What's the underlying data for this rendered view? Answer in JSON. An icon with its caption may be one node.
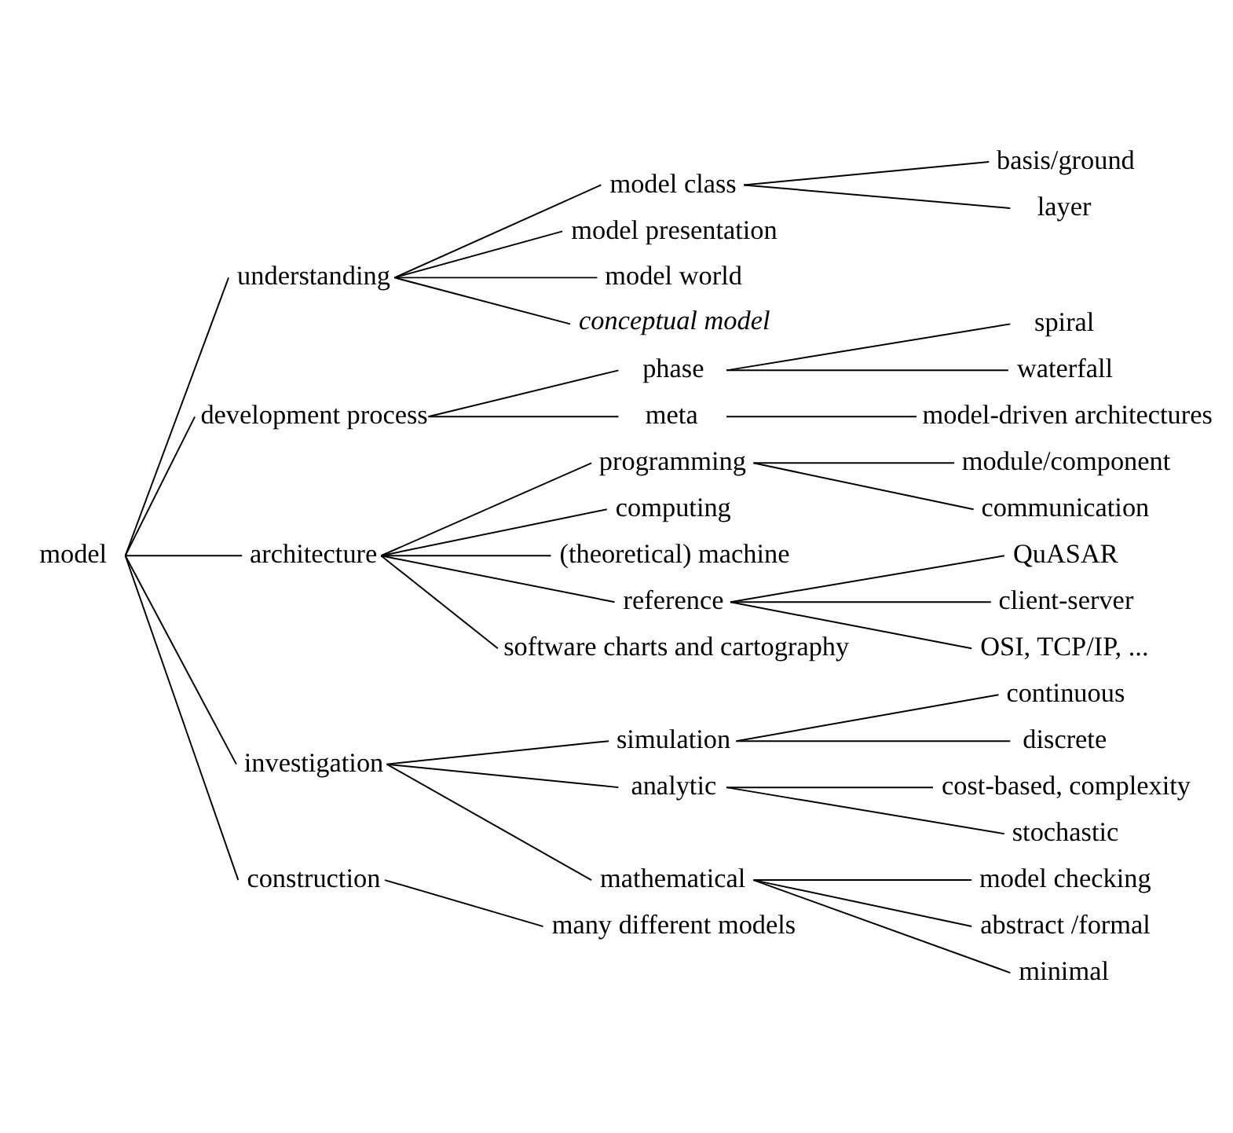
{
  "diagram": {
    "nodes": [
      {
        "text": [
          "model"
        ]
      },
      {
        "text": [
          "understanding"
        ]
      },
      {
        "text": [
          "model class"
        ]
      },
      {
        "text": [
          "basis/ground"
        ]
      },
      {
        "text": [
          "layer"
        ]
      },
      {
        "text": [
          "model presentation"
        ]
      },
      {
        "text": [
          "model world"
        ]
      },
      {
        "text": [
          "conceptual model"
        ]
      },
      {
        "text": [
          "development process"
        ]
      },
      {
        "text": [
          "phase"
        ]
      },
      {
        "text": [
          "spiral"
        ]
      },
      {
        "text": [
          "waterfall"
        ]
      },
      {
        "text": [
          "meta"
        ]
      },
      {
        "text": [
          "model-driven architectures"
        ]
      },
      {
        "text": [
          "architecture"
        ]
      },
      {
        "text": [
          "programming"
        ]
      },
      {
        "text": [
          "module/component"
        ]
      },
      {
        "text": [
          "communication"
        ]
      },
      {
        "text": [
          "computing"
        ]
      },
      {
        "text": [
          "(theoretical) machine"
        ]
      },
      {
        "text": [
          "reference"
        ]
      },
      {
        "text": [
          "QuASAR"
        ]
      },
      {
        "text": [
          "client-server"
        ]
      },
      {
        "text": [
          "OSI, TCP/IP, ..."
        ]
      },
      {
        "text": [
          "software charts and cartography"
        ]
      },
      {
        "text": [
          "investigation"
        ]
      },
      {
        "text": [
          "simulation"
        ]
      },
      {
        "text": [
          "continuous"
        ]
      },
      {
        "text": [
          "discrete"
        ]
      },
      {
        "text": [
          "analytic"
        ]
      },
      {
        "text": [
          "cost-based, complexity"
        ]
      },
      {
        "text": [
          "stochastic"
        ]
      },
      {
        "text": [
          "mathematical"
        ]
      },
      {
        "text": [
          "model checking"
        ]
      },
      {
        "text": [
          "abstract /formal"
        ]
      },
      {
        "text": [
          "minimal"
        ]
      },
      {
        "text": [
          "construction"
        ]
      },
      {
        "text": [
          "many different models"
        ]
      }
    ],
    "edges": [
      {
        "from": 0,
        "to": 1,
        "arrow": "none"
      },
      {
        "from": 0,
        "to": 8,
        "arrow": "none"
      },
      {
        "from": 0,
        "to": 14,
        "arrow": "none"
      },
      {
        "from": 0,
        "to": 25,
        "arrow": "none"
      },
      {
        "from": 0,
        "to": 36,
        "arrow": "none"
      },
      {
        "from": 1,
        "to": 2,
        "arrow": "none"
      },
      {
        "from": 1,
        "to": 5,
        "arrow": "none"
      },
      {
        "from": 1,
        "to": 6,
        "arrow": "none"
      },
      {
        "from": 1,
        "to": 7,
        "arrow": "none"
      },
      {
        "from": 2,
        "to": 3,
        "arrow": "none"
      },
      {
        "from": 2,
        "to": 4,
        "arrow": "none"
      },
      {
        "from": 8,
        "to": 9,
        "arrow": "none"
      },
      {
        "from": 8,
        "to": 12,
        "arrow": "none"
      },
      {
        "from": 9,
        "to": 10,
        "arrow": "none"
      },
      {
        "from": 9,
        "to": 11,
        "arrow": "none"
      },
      {
        "from": 12,
        "to": 13,
        "arrow": "none"
      },
      {
        "from": 14,
        "to": 15,
        "arrow": "none"
      },
      {
        "from": 14,
        "to": 18,
        "arrow": "none"
      },
      {
        "from": 14,
        "to": 19,
        "arrow": "none"
      },
      {
        "from": 14,
        "to": 20,
        "arrow": "none"
      },
      {
        "from": 14,
        "to": 24,
        "arrow": "none"
      },
      {
        "from": 15,
        "to": 16,
        "arrow": "none"
      },
      {
        "from": 15,
        "to": 17,
        "arrow": "none"
      },
      {
        "from": 20,
        "to": 21,
        "arrow": "none"
      },
      {
        "from": 20,
        "to": 22,
        "arrow": "none"
      },
      {
        "from": 20,
        "to": 23,
        "arrow": "none"
      },
      {
        "from": 25,
        "to": 26,
        "arrow": "none"
      },
      {
        "from": 25,
        "to": 29,
        "arrow": "none"
      },
      {
        "from": 25,
        "to": 32,
        "arrow": "none"
      },
      {
        "from": 26,
        "to": 27,
        "arrow": "none"
      },
      {
        "from": 26,
        "to": 28,
        "arrow": "none"
      },
      {
        "from": 29,
        "to": 30,
        "arrow": "none"
      },
      {
        "from": 29,
        "to": 31,
        "arrow": "none"
      },
      {
        "from": 32,
        "to": 33,
        "arrow": "none"
      },
      {
        "from": 32,
        "to": 34,
        "arrow": "none"
      },
      {
        "from": 32,
        "to": 35,
        "arrow": "none"
      },
      {
        "from": 36,
        "to": 37,
        "arrow": "none"
      }
    ]
  }
}
